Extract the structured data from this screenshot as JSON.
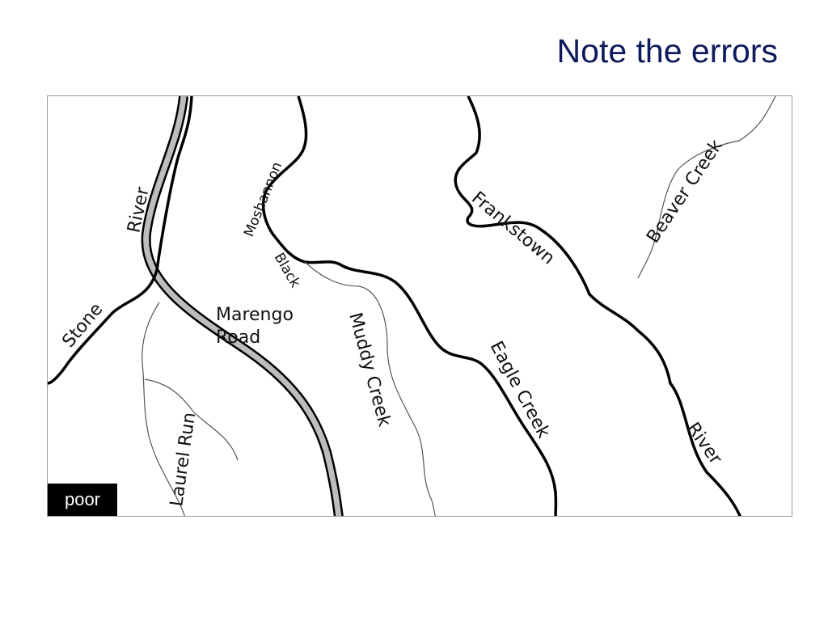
{
  "title": "Note the errors",
  "map": {
    "labels": {
      "stone": "Stone",
      "stone_river": "River",
      "laurel_run": "Laurel Run",
      "marengo_line1": "Marengo",
      "marengo_line2": "Road",
      "black_moshannon_1": "Black",
      "black_moshannon_2": "Moshannon",
      "muddy_creek": "Muddy Creek",
      "eagle_creek": "Eagle Creek",
      "frankstown": "Frankstown",
      "frankstown_river": "River",
      "beaver_creek": "Beaver Creek"
    },
    "badge": "poor",
    "colors": {
      "river": "#000000",
      "stream": "#555555",
      "road_fill": "#bdbdbd",
      "road_edge": "#000000",
      "title": "#0d1a5c"
    }
  }
}
